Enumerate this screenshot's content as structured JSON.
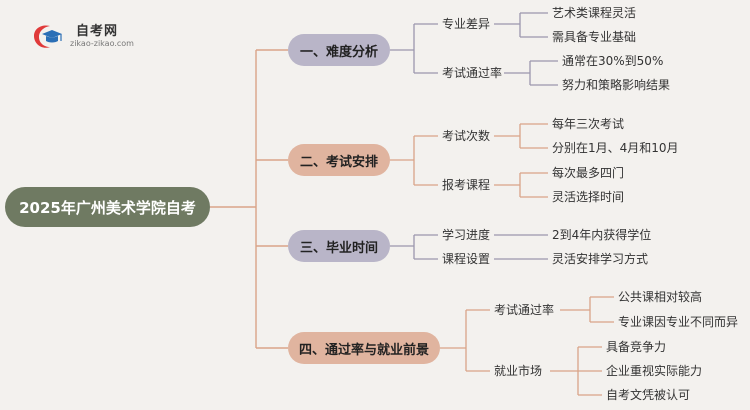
{
  "logo": {
    "title": "自考网",
    "subtitle": "zikao-zikao.com"
  },
  "root": {
    "label": "2025年广州美术学院自考"
  },
  "branches": [
    {
      "label": "一、难度分析",
      "children": [
        {
          "label": "专业差异",
          "items": [
            "艺术类课程灵活",
            "需具备专业基础"
          ]
        },
        {
          "label": "考试通过率",
          "items": [
            "通常在30%到50%",
            "努力和策略影响结果"
          ]
        }
      ]
    },
    {
      "label": "二、考试安排",
      "children": [
        {
          "label": "考试次数",
          "items": [
            "每年三次考试",
            "分别在1月、4月和10月"
          ]
        },
        {
          "label": "报考课程",
          "items": [
            "每次最多四门",
            "灵活选择时间"
          ]
        }
      ]
    },
    {
      "label": "三、毕业时间",
      "children": [
        {
          "label": "学习进度",
          "items": [
            "2到4年内获得学位"
          ]
        },
        {
          "label": "课程设置",
          "items": [
            "灵活安排学习方式"
          ]
        }
      ]
    },
    {
      "label": "四、通过率与就业前景",
      "children": [
        {
          "label": "考试通过率",
          "items": [
            "公共课相对较高",
            "专业课因专业不同而异"
          ]
        },
        {
          "label": "就业市场",
          "items": [
            "具备竞争力",
            "企业重视实际能力",
            "自考文凭被认可"
          ]
        }
      ]
    }
  ],
  "colors": {
    "background": "#f3f1ee",
    "root": "#6f7a62",
    "branch_gray": "#b9b5c8",
    "branch_tan": "#e0b49f",
    "line_gray": "#9b97ad",
    "line_tan": "#d9a488",
    "logo_red": "#e03a3a",
    "logo_blue": "#2b6fb6"
  }
}
